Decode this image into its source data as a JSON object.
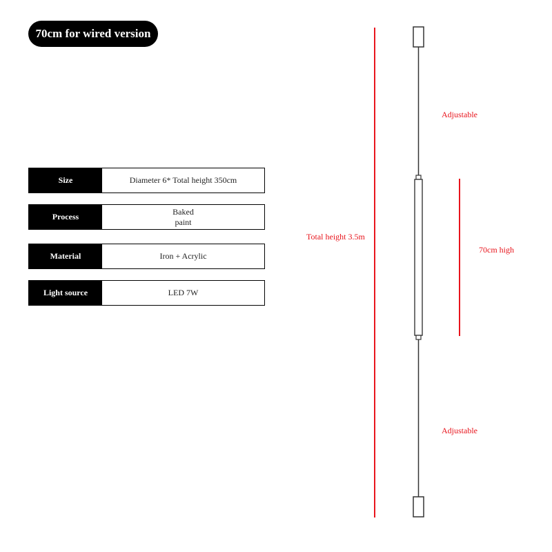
{
  "title": "70cm for wired version",
  "specs": [
    {
      "label": "Size",
      "value": "Diameter 6* Total height 350cm"
    },
    {
      "label": "Process",
      "value": "Baked\npaint"
    },
    {
      "label": "Material",
      "value": "Iron + Acrylic"
    },
    {
      "label": "Light source",
      "value": "LED 7W"
    }
  ],
  "diagram": {
    "total_height": "Total height 3.5m",
    "adjustable_top": "Adjustable",
    "lamp_height": "70cm high",
    "adjustable_bottom": "Adjustable",
    "accent_color": "#e8141c"
  }
}
